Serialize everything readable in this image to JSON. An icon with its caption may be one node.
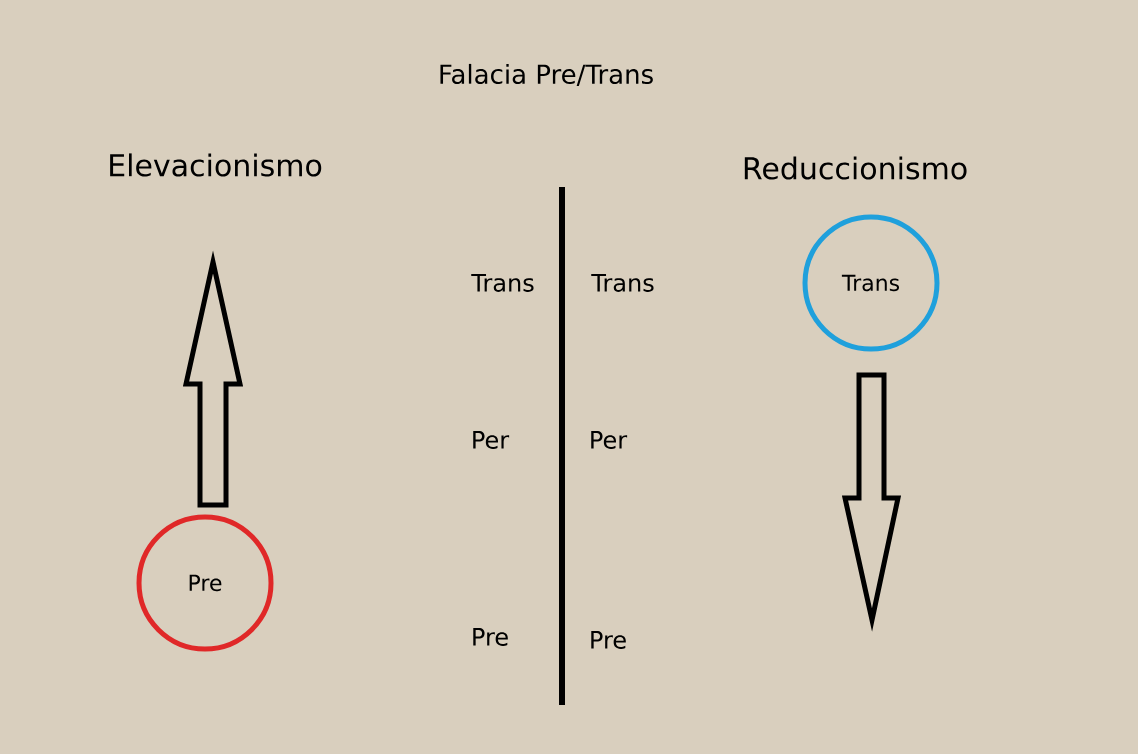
{
  "diagram": {
    "title": "Falacia Pre/Trans",
    "nodes": [
      {
        "text": [
          "Pre"
        ]
      },
      {
        "text": [
          "Trans"
        ]
      }
    ],
    "edges": [
      {
        "from": 0,
        "to": null,
        "arrow": "to"
      },
      {
        "from": 1,
        "to": null,
        "arrow": "to"
      }
    ],
    "labels": [
      "Elevacionismo",
      "Reduccionismo",
      "Trans",
      "Trans",
      "Per",
      "Per",
      "Pre",
      "Pre"
    ]
  }
}
